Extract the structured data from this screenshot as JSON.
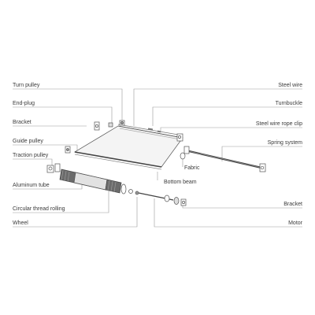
{
  "labels_left": {
    "turn_pulley": "Turn pulley",
    "end_plug": "End-plug",
    "bracket": "Bracket",
    "guide_pulley": "Guide pulley",
    "traction_pulley": "Traction pulley",
    "aluminum_tube": "Aluminum tube",
    "circular_thread_rolling": "Circular thread rolling",
    "wheel": "Wheel"
  },
  "labels_right": {
    "steel_wire": "Steel wire",
    "turnbuckle": "Turnbuckle",
    "steel_wire_rope_clip": "Steel wire rope clip",
    "spring_system": "Spring system",
    "bracket": "Bracket",
    "motor": "Motor"
  },
  "labels_center": {
    "fabric": "Fabric",
    "bottom_beam": "Bottom beam"
  },
  "colors": {
    "label_text": "#3a3a3a",
    "leader_line": "#9a9a9a",
    "outline": "#555555",
    "fabric": "#f4f4f4",
    "tube_dark": "#6b6b6b"
  }
}
